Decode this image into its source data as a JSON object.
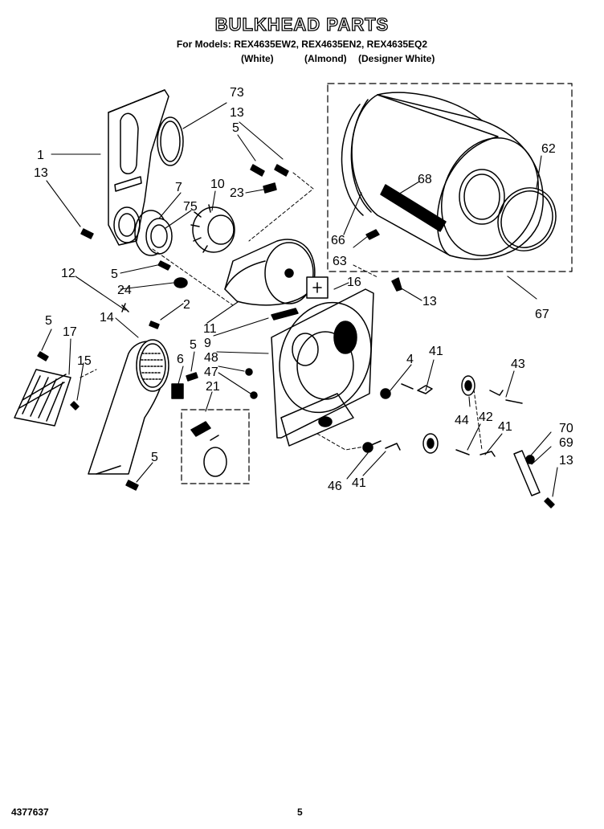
{
  "header": {
    "title": "BULKHEAD PARTS",
    "models_line": "For Models: REX4635EW2, REX4635EN2, REX4635EQ2",
    "colors": [
      "(White)",
      "(Almond)",
      "(Designer White)"
    ]
  },
  "footer": {
    "doc_number": "4377637",
    "page_number": "5"
  },
  "callouts": {
    "c1": "1",
    "c2": "2",
    "c4": "4",
    "c5a": "5",
    "c5b": "5",
    "c5c": "5",
    "c5d": "5",
    "c5e": "5",
    "c6": "6",
    "c7": "7",
    "c9": "9",
    "c10": "10",
    "c11": "11",
    "c12": "12",
    "c13a": "13",
    "c13b": "13",
    "c13c": "13",
    "c13d": "13",
    "c14": "14",
    "c15": "15",
    "c16": "16",
    "c17": "17",
    "c21": "21",
    "c23": "23",
    "c24": "24",
    "c41a": "41",
    "c41b": "41",
    "c41c": "41",
    "c42": "42",
    "c43": "43",
    "c44": "44",
    "c46": "46",
    "c47": "47",
    "c48": "48",
    "c62": "62",
    "c63": "63",
    "c66": "66",
    "c67": "67",
    "c68": "68",
    "c69": "69",
    "c70": "70",
    "c73": "73",
    "c75": "75"
  }
}
